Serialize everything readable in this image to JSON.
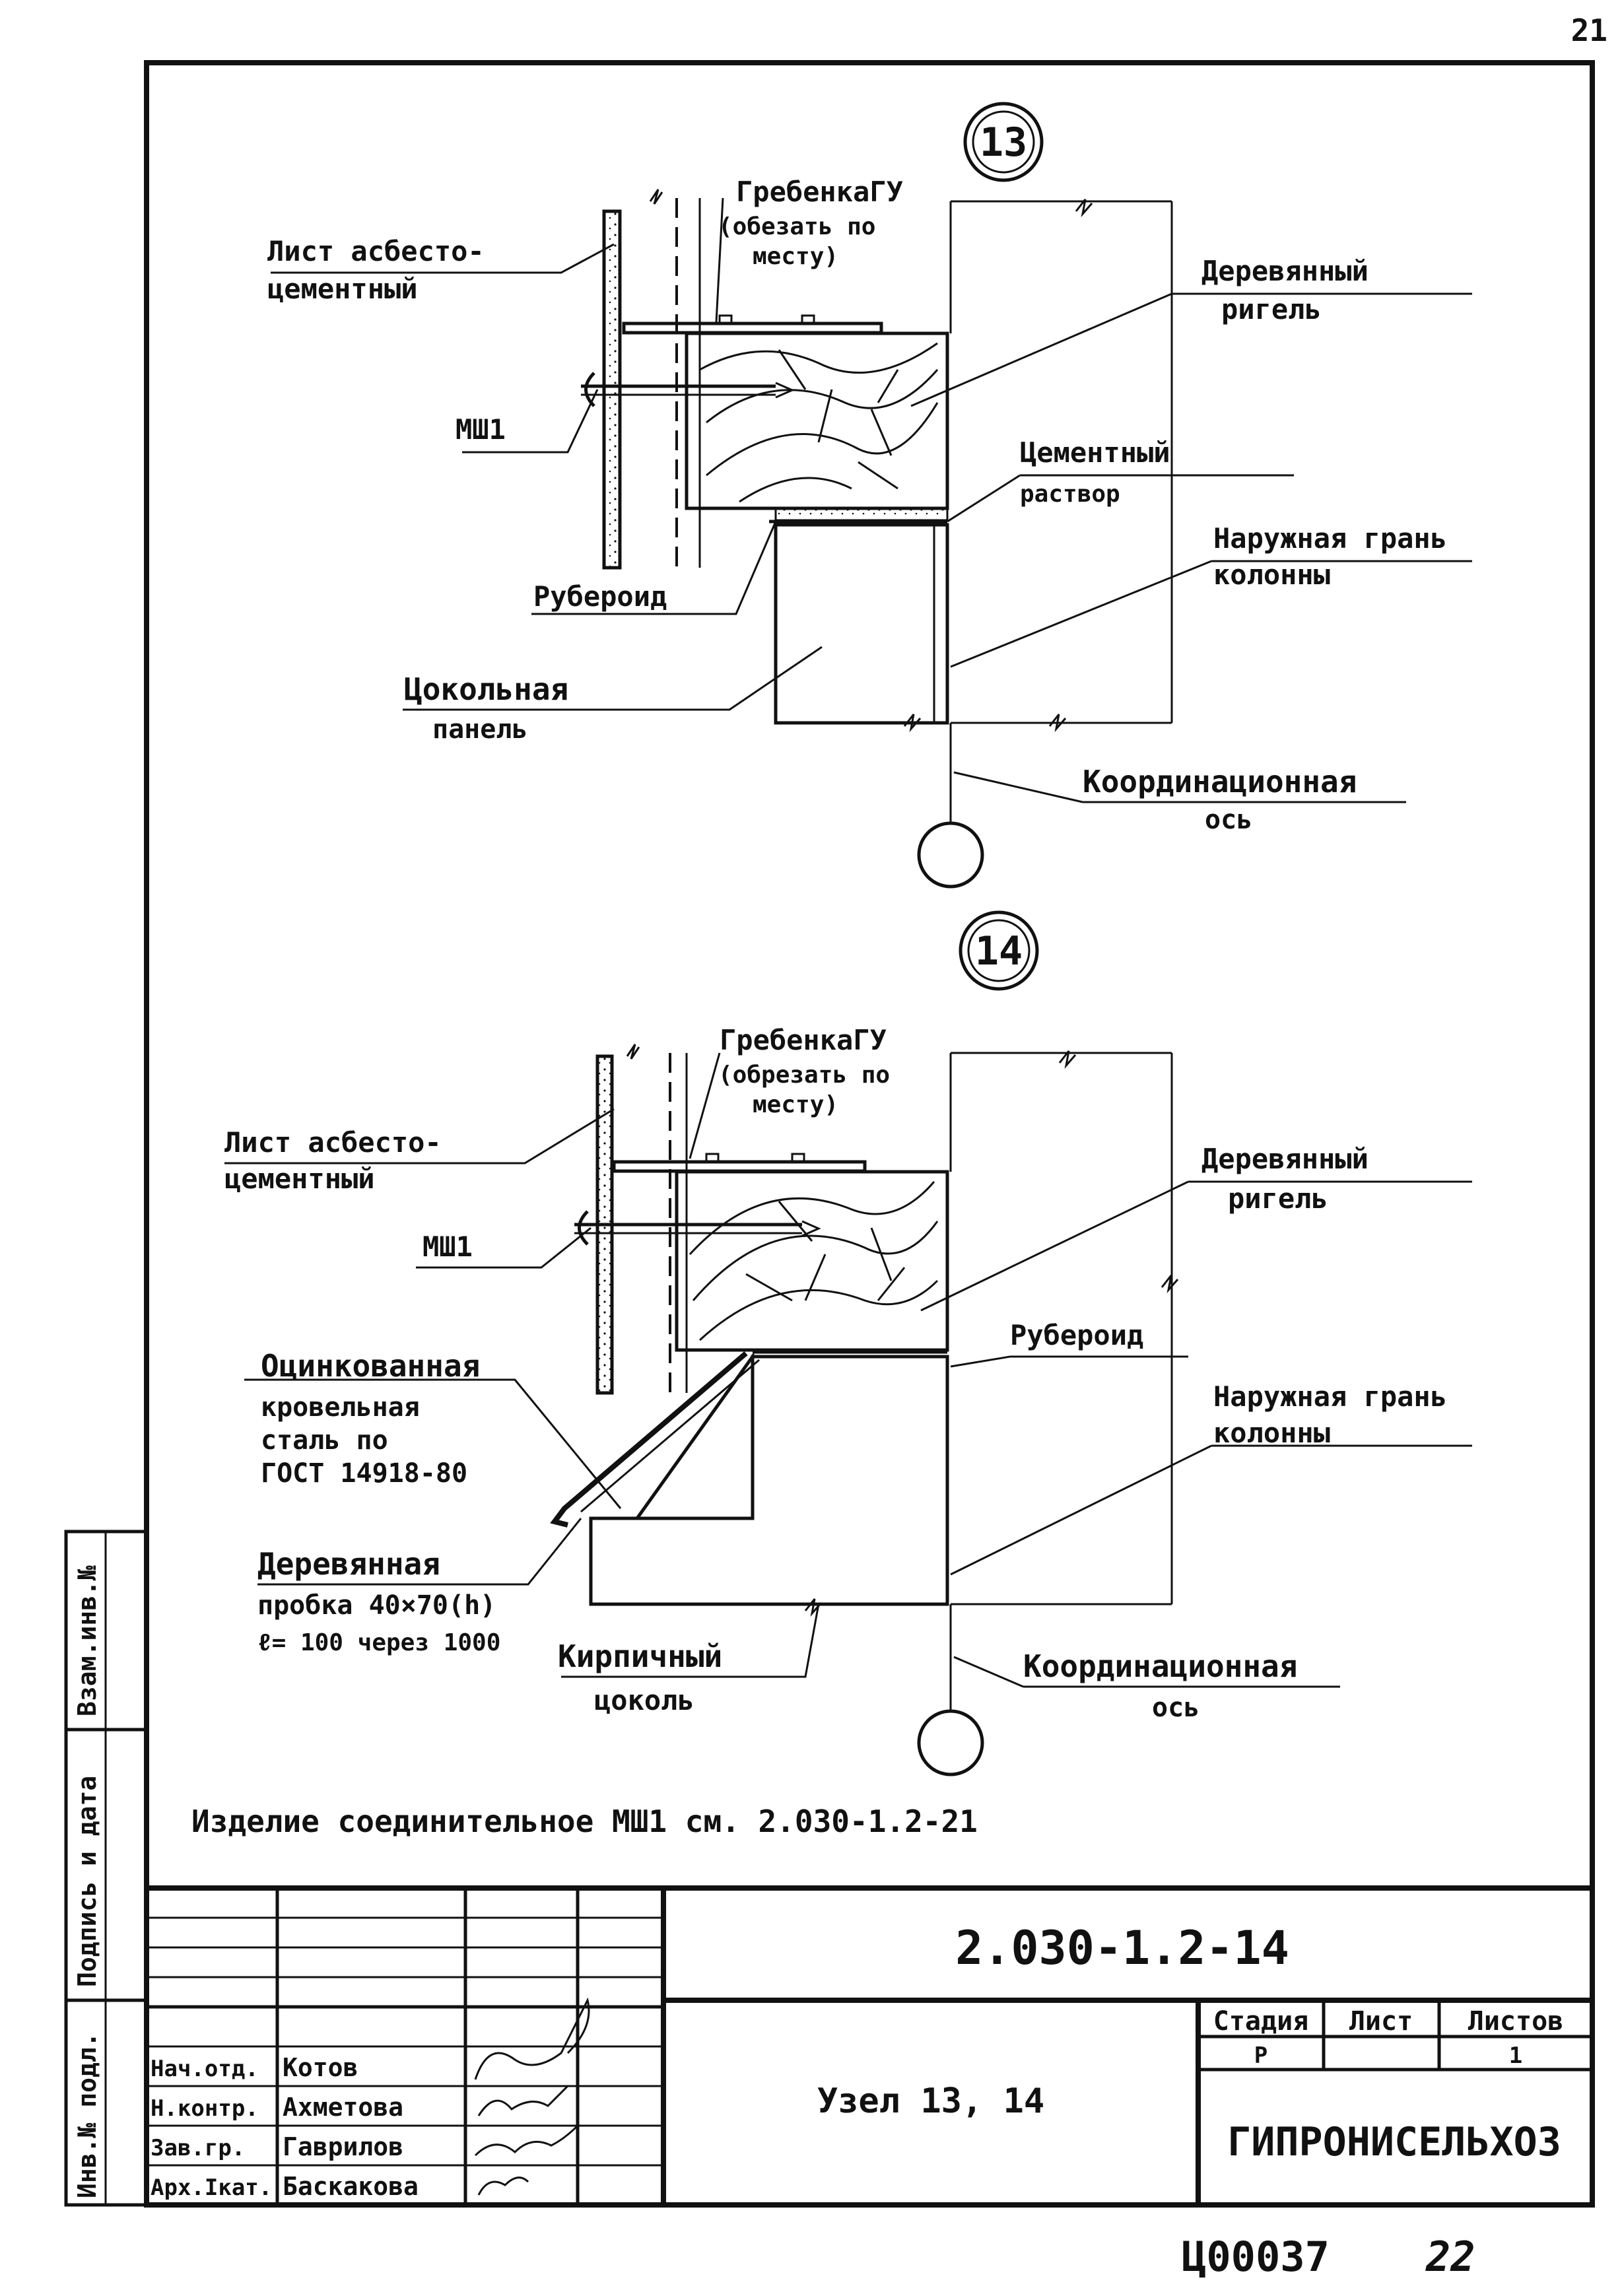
{
  "page": {
    "page_number": "21",
    "stamp": "Ц00037",
    "format_number": "22"
  },
  "detail_13": {
    "marker": "13",
    "labels": {
      "sheet_1": "Лист асбесто-",
      "sheet_2": "цементный",
      "comb_1": "ГребенкаГУ",
      "comb_2": "(обезать по",
      "comb_3": "месту)",
      "beam_1": "Деревянный",
      "beam_2": "ригель",
      "fastener": "МШ1",
      "mortar_1": "Цементный",
      "mortar_2": "раствор",
      "roofing_felt": "Рубероид",
      "face_1": "Наружная грань",
      "face_2": "колонны",
      "panel_1": "Цокольная",
      "panel_2": "панель",
      "axis_1": "Координационная",
      "axis_2": "ось"
    }
  },
  "detail_14": {
    "marker": "14",
    "labels": {
      "comb_1": "ГребенкаГУ",
      "comb_2": "(обрезать по",
      "comb_3": "месту)",
      "sheet_1": "Лист асбесто-",
      "sheet_2": "цементный",
      "beam_1": "Деревянный",
      "beam_2": "ригель",
      "fastener": "МШ1",
      "roofing_felt": "Рубероид",
      "steel_1": "Оцинкованная",
      "steel_2": "кровельная",
      "steel_3": "сталь по",
      "steel_4": "ГОСТ 14918-80",
      "face_1": "Наружная грань",
      "face_2": "колонны",
      "plug_1": "Деревянная",
      "plug_2": "пробка 40×70(h)",
      "plug_3": "ℓ= 100 через 1000",
      "plinth_1": "Кирпичный",
      "plinth_2": "цоколь",
      "axis_1": "Координационная",
      "axis_2": "ось"
    }
  },
  "note": "Изделие соединительное МШ1 см. 2.030-1.2-21",
  "side_stamp": {
    "col1": "Инв.№ подл.",
    "col2": "Подпись и дата",
    "col3": "Взам.инв.№"
  },
  "title_block": {
    "doc_code": "2.030-1.2-14",
    "title": "Узел 13, 14",
    "stage_header": "Стадия",
    "sheet_header": "Лист",
    "sheets_header": "Листов",
    "stage": "Р",
    "sheet": "",
    "sheets": "1",
    "organization": "ГИПРОНИСЕЛЬХОЗ",
    "people": [
      {
        "role": "Нач.отд.",
        "name": "Котов"
      },
      {
        "role": "Н.контр.",
        "name": "Ахметова"
      },
      {
        "role": "Зав.гр.",
        "name": "Гаврилов"
      },
      {
        "role": "Арх.Iкат.",
        "name": "Баскакова"
      }
    ]
  }
}
